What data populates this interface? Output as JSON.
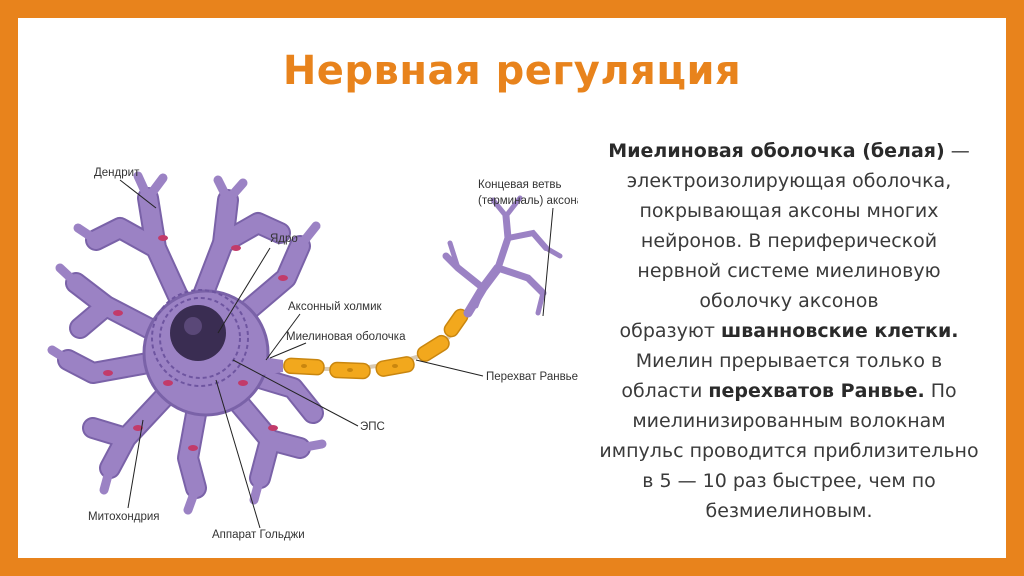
{
  "title": "Нервная регуляция",
  "description": {
    "l1_bold": "Миелиновая оболочка (белая)",
    "l1_rest": " —",
    "l2": "электроизолирующая оболочка,",
    "l3": "покрывающая аксоны многих",
    "l4": "нейронов. В периферической",
    "l5": "нервной системе миелиновую",
    "l6": "оболочку аксонов",
    "l7_pre": "образуют ",
    "l7_bold": "шванновские клетки.",
    "l8": "Миелин прерывается только в",
    "l9_pre": "области ",
    "l9_bold": "перехватов Ранвье.",
    "l9_post": " По",
    "l10": "миелинизированным волокнам",
    "l11": "импульс проводится приблизительно",
    "l12": "в 5 — 10 раз быстрее, чем по",
    "l13": "безмиелиновым."
  },
  "diagram": {
    "labels": {
      "dendrite": "Дендрит",
      "nucleus": "Ядро",
      "axon_hillock": "Аксонный холмик",
      "myelin_sheath": "Миелиновая оболочка",
      "eps": "ЭПС",
      "mitochondria": "Митохондрия",
      "golgi": "Аппарат Гольджи",
      "terminal_1": "Концевая ветвь",
      "terminal_2": "(терминаль) аксона",
      "node_ranvier": "Перехват Ранвье"
    },
    "colors": {
      "cell_body": "#9B82C4",
      "cell_outline": "#7A62A8",
      "nucleus": "#3A2D52",
      "myelin": "#F2A81D",
      "mitochondria": "#C23B6A"
    }
  }
}
